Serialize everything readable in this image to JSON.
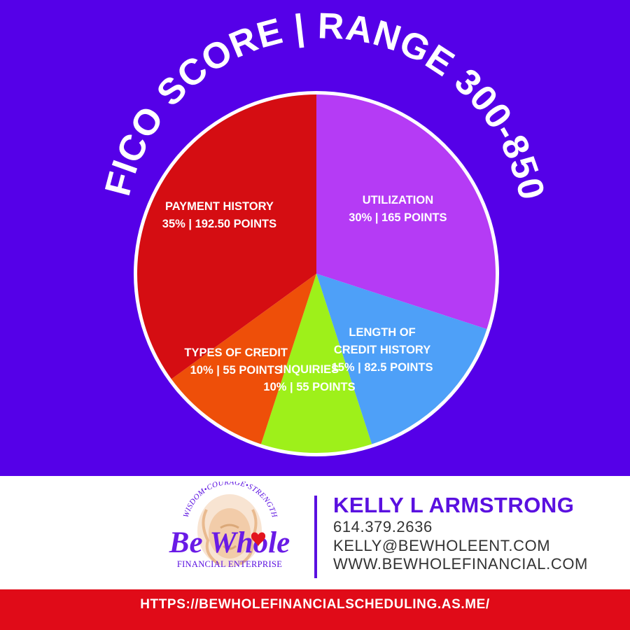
{
  "title": "FICO SCORE | RANGE 300-850",
  "chart_data": {
    "type": "pie",
    "title": "FICO SCORE | RANGE 300-850",
    "start": "12 o'clock",
    "direction": "clockwise",
    "slices": [
      {
        "label": [
          "UTILIZATION",
          "30% | 165 POINTS"
        ],
        "percent": 30,
        "points": 165,
        "color": "#b53bf5"
      },
      {
        "label": [
          "LENGTH OF",
          "CREDIT HISTORY",
          "15% | 82.5 POINTS"
        ],
        "percent": 15,
        "points": 82.5,
        "color": "#4ea0f8"
      },
      {
        "label": [
          "INQUIRIES",
          "10% | 55 POINTS"
        ],
        "percent": 10,
        "points": 55,
        "color": "#9ef01a"
      },
      {
        "label": [
          "TYPES OF CREDIT",
          "10% | 55 POINTS"
        ],
        "percent": 10,
        "points": 55,
        "color": "#ee4f09"
      },
      {
        "label": [
          "PAYMENT HISTORY",
          "35% | 192.50 POINTS"
        ],
        "percent": 35,
        "points": 192.5,
        "color": "#d50d12"
      }
    ]
  },
  "colors": {
    "background": "#5500e8",
    "accent": "#5a10e0",
    "bar": "#e00b18"
  },
  "logo": {
    "arc_text": "WISDOM•COURAGE•STRENGTH",
    "brand": "Be Whole",
    "tagline": "FINANCIAL ENTERPRISE",
    "icon": "lion-icon"
  },
  "contact": {
    "name": "KELLY L ARMSTRONG",
    "phone": "614.379.2636",
    "email": "KELLY@BEWHOLEENT.COM",
    "website": "WWW.BEWHOLEFINANCIAL.COM"
  },
  "footer_url": "HTTPS://BEWHOLEFINANCIALSCHEDULING.AS.ME/"
}
